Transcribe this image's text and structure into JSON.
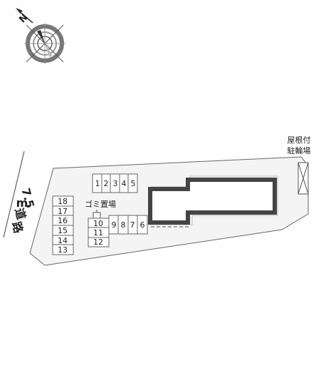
{
  "compass": {
    "north_label": "N",
    "icon": "compass-rose-icon"
  },
  "road": {
    "width_label": "7.5",
    "unit_label": "m",
    "name_chars": [
      "道",
      "路"
    ]
  },
  "bike_shelter": {
    "label_line1": "屋根付",
    "label_line2": "駐輪場"
  },
  "garbage_area": {
    "label": "ゴミ置場"
  },
  "parking": {
    "top_row": [
      "1",
      "2",
      "3",
      "4",
      "5"
    ],
    "left_column": [
      "18",
      "17",
      "16",
      "15",
      "14",
      "13"
    ],
    "center_column": [
      "10",
      "11",
      "12"
    ],
    "middle_row": [
      "9",
      "8",
      "7",
      "6"
    ]
  },
  "colors": {
    "lot_fill": "#f4f4f4",
    "line": "#666666",
    "building_wall": "#444444"
  }
}
